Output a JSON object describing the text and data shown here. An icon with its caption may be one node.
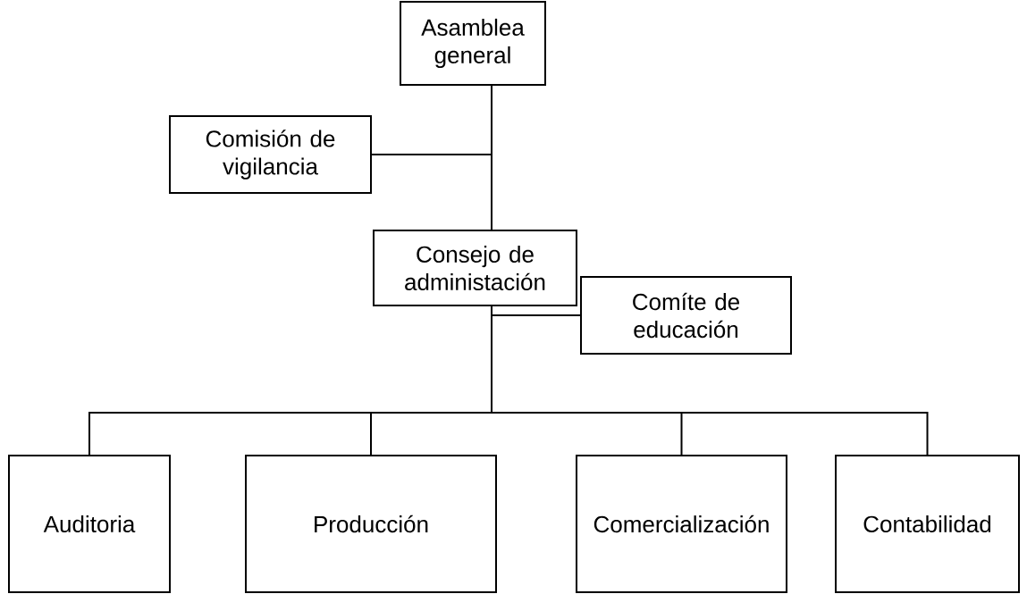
{
  "diagram": {
    "nodes": [
      {
        "text": [
          "Asamblea general"
        ]
      },
      {
        "text": [
          "Comisión de vigilancia"
        ]
      },
      {
        "text": [
          "Consejo de administación"
        ]
      },
      {
        "text": [
          "Comíte de educación"
        ]
      },
      {
        "text": [
          "Auditoria"
        ]
      },
      {
        "text": [
          "Producción"
        ]
      },
      {
        "text": [
          "Comercialización"
        ]
      },
      {
        "text": [
          "Contabilidad"
        ]
      }
    ],
    "edges": [
      {
        "from": 0,
        "to": 1,
        "arrow": "none"
      },
      {
        "from": 0,
        "to": 2,
        "arrow": "none"
      },
      {
        "from": 2,
        "to": 3,
        "arrow": "none"
      },
      {
        "from": 2,
        "to": 4,
        "arrow": "none"
      },
      {
        "from": 2,
        "to": 5,
        "arrow": "none"
      },
      {
        "from": 2,
        "to": 6,
        "arrow": "none"
      },
      {
        "from": 2,
        "to": 7,
        "arrow": "none"
      }
    ]
  }
}
